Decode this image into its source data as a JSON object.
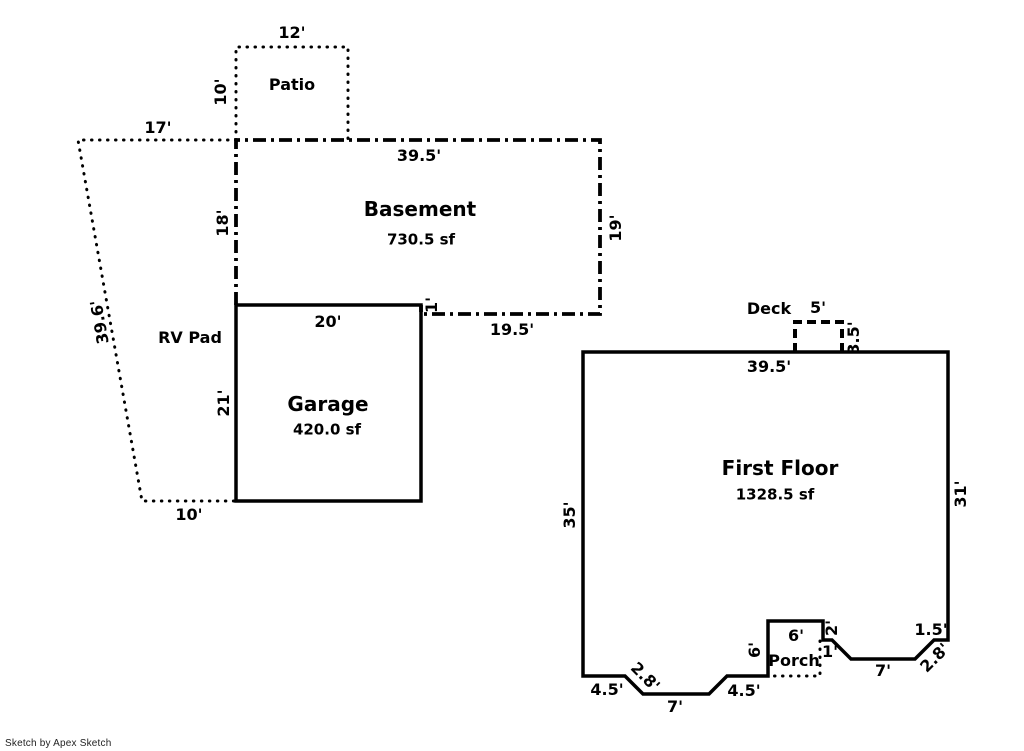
{
  "credit": "Sketch by Apex Sketch",
  "colors": {
    "line": "#000000",
    "background": "#ffffff",
    "text": "#000000"
  },
  "areas": {
    "patio": {
      "name": "Patio",
      "dim_top": "12'",
      "dim_left": "10'"
    },
    "rv_pad": {
      "name": "RV Pad",
      "dim_top": "17'",
      "dim_slant": "39.6'",
      "dim_bottom": "10'"
    },
    "basement": {
      "name": "Basement",
      "area": "730.5 sf",
      "dim_top": "39.5'",
      "dim_left": "18'",
      "dim_right": "19'",
      "dim_bottom": "19.5'",
      "dim_step": "1'"
    },
    "garage": {
      "name": "Garage",
      "area": "420.0 sf",
      "dim_top": "20'",
      "dim_left": "21'"
    },
    "deck": {
      "name": "Deck",
      "dim_top": "5'",
      "dim_right": "3.5'"
    },
    "first_floor": {
      "name": "First Floor",
      "area": "1328.5 sf",
      "dim_top": "39.5'",
      "dim_left": "35'",
      "dim_right": "31'",
      "dim_bottom_left_1": "4.5'",
      "dim_diag_left": "2.8'",
      "dim_bottom_left_2": "7'",
      "dim_bottom_left_3": "4.5'",
      "dim_step_vert": "2'",
      "dim_step_horiz": "1'",
      "dim_bottom_right_1": "7'",
      "dim_diag_right": "2.8'",
      "dim_bottom_right_2": "1.5'"
    },
    "porch": {
      "name": "Porch",
      "dim_left": "6'",
      "dim_top": "6'"
    }
  }
}
